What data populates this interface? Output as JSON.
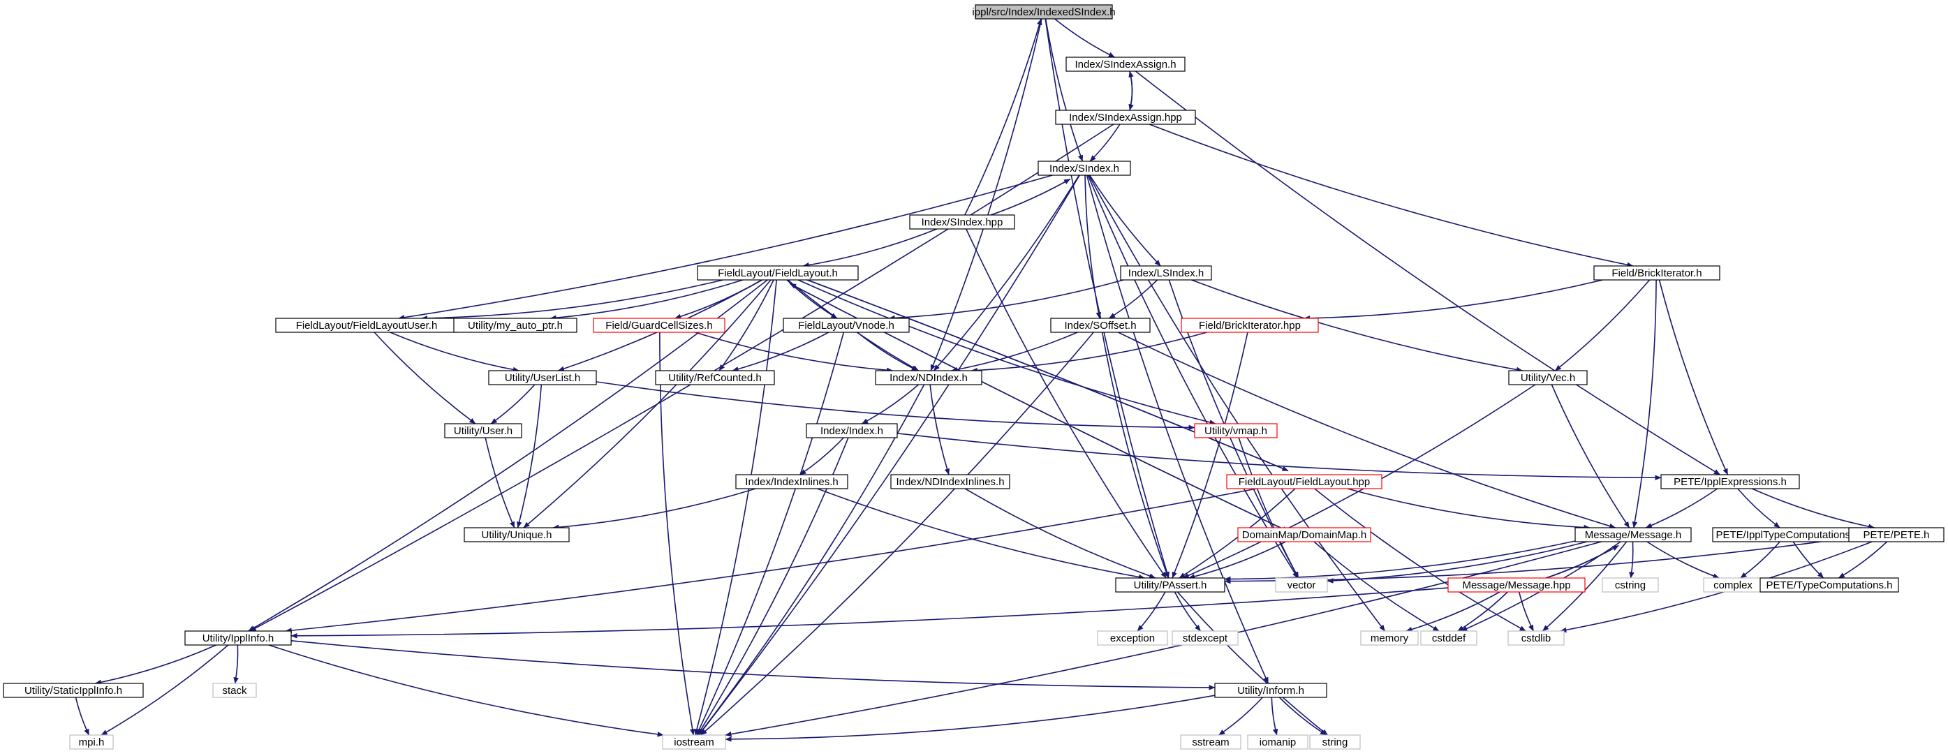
{
  "colors": {
    "edge": "#191970",
    "node_border": "#000000",
    "node_fill": "#ffffff",
    "root_fill": "#bfbfbf",
    "truncated_border": "#ff0000",
    "external_border": "#bfbfbf"
  },
  "nodes": [
    {
      "id": "root",
      "label": "ippl/src/Index/IndexedSIndex.h",
      "kind": "root"
    },
    {
      "id": "sia_h",
      "label": "Index/SIndexAssign.h",
      "kind": "normal"
    },
    {
      "id": "sia_hpp",
      "label": "Index/SIndexAssign.hpp",
      "kind": "normal"
    },
    {
      "id": "sindex_h",
      "label": "Index/SIndex.h",
      "kind": "normal"
    },
    {
      "id": "sindex_hpp",
      "label": "Index/SIndex.hpp",
      "kind": "normal"
    },
    {
      "id": "fl_h",
      "label": "FieldLayout/FieldLayout.h",
      "kind": "normal"
    },
    {
      "id": "lsindex",
      "label": "Index/LSIndex.h",
      "kind": "normal"
    },
    {
      "id": "bi_h",
      "label": "Field/BrickIterator.h",
      "kind": "normal"
    },
    {
      "id": "flu",
      "label": "FieldLayout/FieldLayoutUser.h",
      "kind": "normal"
    },
    {
      "id": "autoptr",
      "label": "Utility/my_auto_ptr.h",
      "kind": "normal"
    },
    {
      "id": "gcs",
      "label": "Field/GuardCellSizes.h",
      "kind": "truncated"
    },
    {
      "id": "vnode",
      "label": "FieldLayout/Vnode.h",
      "kind": "normal"
    },
    {
      "id": "soffset",
      "label": "Index/SOffset.h",
      "kind": "normal"
    },
    {
      "id": "bi_hpp",
      "label": "Field/BrickIterator.hpp",
      "kind": "truncated"
    },
    {
      "id": "userlist",
      "label": "Utility/UserList.h",
      "kind": "normal"
    },
    {
      "id": "refc",
      "label": "Utility/RefCounted.h",
      "kind": "normal"
    },
    {
      "id": "ndindex",
      "label": "Index/NDIndex.h",
      "kind": "normal"
    },
    {
      "id": "vec",
      "label": "Utility/Vec.h",
      "kind": "normal"
    },
    {
      "id": "user",
      "label": "Utility/User.h",
      "kind": "normal"
    },
    {
      "id": "index",
      "label": "Index/Index.h",
      "kind": "normal"
    },
    {
      "id": "vmap",
      "label": "Utility/vmap.h",
      "kind": "truncated"
    },
    {
      "id": "indexinl",
      "label": "Index/IndexInlines.h",
      "kind": "normal"
    },
    {
      "id": "ndindexinl",
      "label": "Index/NDIndexInlines.h",
      "kind": "normal"
    },
    {
      "id": "fl_hpp",
      "label": "FieldLayout/FieldLayout.hpp",
      "kind": "truncated"
    },
    {
      "id": "pete_ie",
      "label": "PETE/IpplExpressions.h",
      "kind": "normal"
    },
    {
      "id": "unique",
      "label": "Utility/Unique.h",
      "kind": "normal"
    },
    {
      "id": "dmap",
      "label": "DomainMap/DomainMap.h",
      "kind": "truncated"
    },
    {
      "id": "msg_h",
      "label": "Message/Message.h",
      "kind": "normal"
    },
    {
      "id": "pete_itc",
      "label": "PETE/IpplTypeComputations.h",
      "kind": "normal"
    },
    {
      "id": "pete_h",
      "label": "PETE/PETE.h",
      "kind": "normal"
    },
    {
      "id": "passert",
      "label": "Utility/PAssert.h",
      "kind": "normal"
    },
    {
      "id": "vector",
      "label": "vector",
      "kind": "external"
    },
    {
      "id": "msg_hpp",
      "label": "Message/Message.hpp",
      "kind": "truncated"
    },
    {
      "id": "cstring",
      "label": "cstring",
      "kind": "external"
    },
    {
      "id": "complex",
      "label": "complex",
      "kind": "external"
    },
    {
      "id": "pete_tc",
      "label": "PETE/TypeComputations.h",
      "kind": "normal"
    },
    {
      "id": "ipplinfo",
      "label": "Utility/IpplInfo.h",
      "kind": "normal"
    },
    {
      "id": "exception",
      "label": "exception",
      "kind": "external"
    },
    {
      "id": "stdexcept",
      "label": "stdexcept",
      "kind": "external"
    },
    {
      "id": "memory",
      "label": "memory",
      "kind": "external"
    },
    {
      "id": "cstddef",
      "label": "cstddef",
      "kind": "external"
    },
    {
      "id": "cstdlib",
      "label": "cstdlib",
      "kind": "external"
    },
    {
      "id": "staticippl",
      "label": "Utility/StaticIpplInfo.h",
      "kind": "normal"
    },
    {
      "id": "stack",
      "label": "stack",
      "kind": "external"
    },
    {
      "id": "inform",
      "label": "Utility/Inform.h",
      "kind": "normal"
    },
    {
      "id": "mpi",
      "label": "mpi.h",
      "kind": "external"
    },
    {
      "id": "iostream",
      "label": "iostream",
      "kind": "external"
    },
    {
      "id": "sstream",
      "label": "sstream",
      "kind": "external"
    },
    {
      "id": "iomanip",
      "label": "iomanip",
      "kind": "external"
    },
    {
      "id": "string",
      "label": "string",
      "kind": "external"
    }
  ],
  "edges": [
    [
      "root",
      "sia_h"
    ],
    [
      "root",
      "sindex_h"
    ],
    [
      "root",
      "ndindex"
    ],
    [
      "root",
      "passert"
    ],
    [
      "sia_h",
      "sia_hpp"
    ],
    [
      "sia_h",
      "pete_ie"
    ],
    [
      "sia_hpp",
      "sia_h"
    ],
    [
      "sia_hpp",
      "sindex_h"
    ],
    [
      "sia_hpp",
      "bi_h"
    ],
    [
      "sia_hpp",
      "ipplinfo"
    ],
    [
      "sindex_h",
      "sindex_hpp"
    ],
    [
      "sindex_h",
      "lsindex"
    ],
    [
      "sindex_h",
      "soffset"
    ],
    [
      "sindex_h",
      "ndindex"
    ],
    [
      "sindex_h",
      "flu"
    ],
    [
      "sindex_h",
      "iostream"
    ],
    [
      "sindex_h",
      "vector"
    ],
    [
      "sindex_h",
      "memory"
    ],
    [
      "sindex_h",
      "inform"
    ],
    [
      "sindex_hpp",
      "sindex_h"
    ],
    [
      "sindex_hpp",
      "root"
    ],
    [
      "sindex_hpp",
      "fl_h"
    ],
    [
      "sindex_hpp",
      "passert"
    ],
    [
      "fl_h",
      "flu"
    ],
    [
      "fl_h",
      "autoptr"
    ],
    [
      "fl_h",
      "gcs"
    ],
    [
      "fl_h",
      "vnode"
    ],
    [
      "fl_h",
      "refc"
    ],
    [
      "fl_h",
      "ndindex"
    ],
    [
      "fl_h",
      "userlist"
    ],
    [
      "fl_h",
      "unique"
    ],
    [
      "fl_h",
      "vmap"
    ],
    [
      "fl_h",
      "fl_hpp"
    ],
    [
      "fl_h",
      "dmap"
    ],
    [
      "fl_h",
      "ipplinfo"
    ],
    [
      "fl_h",
      "iostream"
    ],
    [
      "lsindex",
      "vnode"
    ],
    [
      "lsindex",
      "soffset"
    ],
    [
      "lsindex",
      "vec"
    ],
    [
      "lsindex",
      "vector"
    ],
    [
      "bi_h",
      "bi_hpp"
    ],
    [
      "bi_h",
      "vec"
    ],
    [
      "bi_h",
      "msg_h"
    ],
    [
      "bi_h",
      "pete_ie"
    ],
    [
      "flu",
      "userlist"
    ],
    [
      "flu",
      "user"
    ],
    [
      "gcs",
      "ndindex"
    ],
    [
      "gcs",
      "iostream"
    ],
    [
      "vnode",
      "ndindex"
    ],
    [
      "vnode",
      "refc"
    ],
    [
      "vnode",
      "iostream"
    ],
    [
      "soffset",
      "ndindex"
    ],
    [
      "soffset",
      "passert"
    ],
    [
      "soffset",
      "msg_h"
    ],
    [
      "soffset",
      "iostream"
    ],
    [
      "bi_hpp",
      "ndindex"
    ],
    [
      "bi_hpp",
      "passert"
    ],
    [
      "userlist",
      "user"
    ],
    [
      "userlist",
      "unique"
    ],
    [
      "userlist",
      "vmap"
    ],
    [
      "ndindex",
      "index"
    ],
    [
      "ndindex",
      "ndindexinl"
    ],
    [
      "ndindex",
      "iostream"
    ],
    [
      "vec",
      "msg_h"
    ],
    [
      "vec",
      "passert"
    ],
    [
      "user",
      "unique"
    ],
    [
      "index",
      "indexinl"
    ],
    [
      "index",
      "pete_ie"
    ],
    [
      "index",
      "iostream"
    ],
    [
      "vmap",
      "vector"
    ],
    [
      "indexinl",
      "unique"
    ],
    [
      "indexinl",
      "passert"
    ],
    [
      "ndindexinl",
      "passert"
    ],
    [
      "fl_hpp",
      "fl_h"
    ],
    [
      "fl_hpp",
      "passert"
    ],
    [
      "fl_hpp",
      "msg_h"
    ],
    [
      "fl_hpp",
      "ipplinfo"
    ],
    [
      "fl_hpp",
      "cstdlib"
    ],
    [
      "pete_ie",
      "msg_h"
    ],
    [
      "pete_ie",
      "pete_itc"
    ],
    [
      "pete_ie",
      "pete_h"
    ],
    [
      "dmap",
      "fl_h"
    ],
    [
      "dmap",
      "passert"
    ],
    [
      "dmap",
      "cstddef"
    ],
    [
      "msg_h",
      "msg_hpp"
    ],
    [
      "msg_h",
      "vector"
    ],
    [
      "msg_h",
      "cstring"
    ],
    [
      "msg_h",
      "complex"
    ],
    [
      "msg_h",
      "cstddef"
    ],
    [
      "msg_h",
      "cstdlib"
    ],
    [
      "msg_h",
      "passert"
    ],
    [
      "msg_h",
      "iostream"
    ],
    [
      "pete_itc",
      "complex"
    ],
    [
      "pete_itc",
      "pete_tc"
    ],
    [
      "pete_h",
      "pete_tc"
    ],
    [
      "pete_h",
      "passert"
    ],
    [
      "pete_h",
      "cstdlib"
    ],
    [
      "passert",
      "exception"
    ],
    [
      "passert",
      "stdexcept"
    ],
    [
      "passert",
      "string"
    ],
    [
      "msg_hpp",
      "msg_h"
    ],
    [
      "msg_hpp",
      "ipplinfo"
    ],
    [
      "msg_hpp",
      "memory"
    ],
    [
      "msg_hpp",
      "cstddef"
    ],
    [
      "msg_hpp",
      "cstdlib"
    ],
    [
      "ipplinfo",
      "staticippl"
    ],
    [
      "ipplinfo",
      "stack"
    ],
    [
      "ipplinfo",
      "inform"
    ],
    [
      "ipplinfo",
      "mpi"
    ],
    [
      "ipplinfo",
      "iostream"
    ],
    [
      "staticippl",
      "mpi"
    ],
    [
      "inform",
      "iostream"
    ],
    [
      "inform",
      "sstream"
    ],
    [
      "inform",
      "iomanip"
    ],
    [
      "inform",
      "string"
    ]
  ]
}
